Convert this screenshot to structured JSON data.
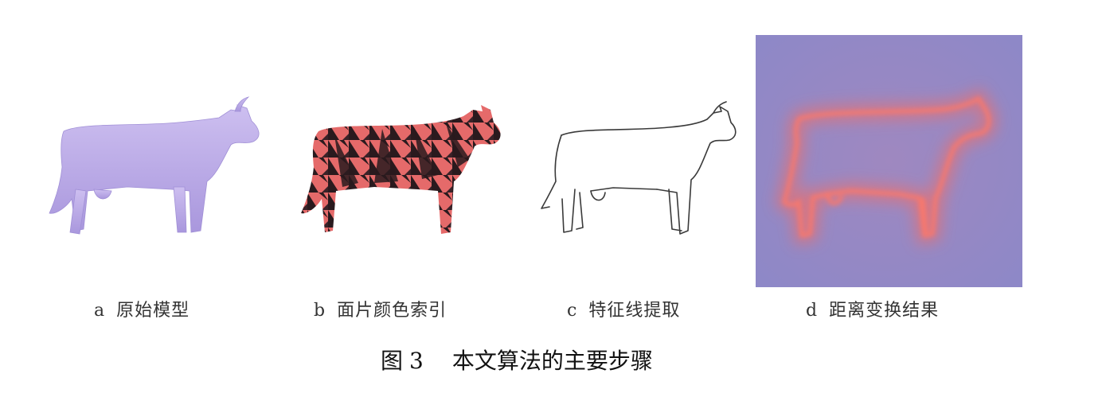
{
  "panels": [
    {
      "letter": "a",
      "label": "原始模型"
    },
    {
      "letter": "b",
      "label": "面片颜色索引"
    },
    {
      "letter": "c",
      "label": "特征线提取"
    },
    {
      "letter": "d",
      "label": "距离变换结果"
    }
  ],
  "caption": {
    "figure_label": "图",
    "figure_number": "3",
    "title": "本文算法的主要步骤"
  },
  "colors": {
    "model_fill": "#b9a8e6",
    "facet_dark": "#2a1a1e",
    "facet_light": "#e56a6a",
    "sketch_stroke": "#3a3a3a",
    "distance_bg": "#8f86c4",
    "distance_glow": "#ff6a5a"
  }
}
